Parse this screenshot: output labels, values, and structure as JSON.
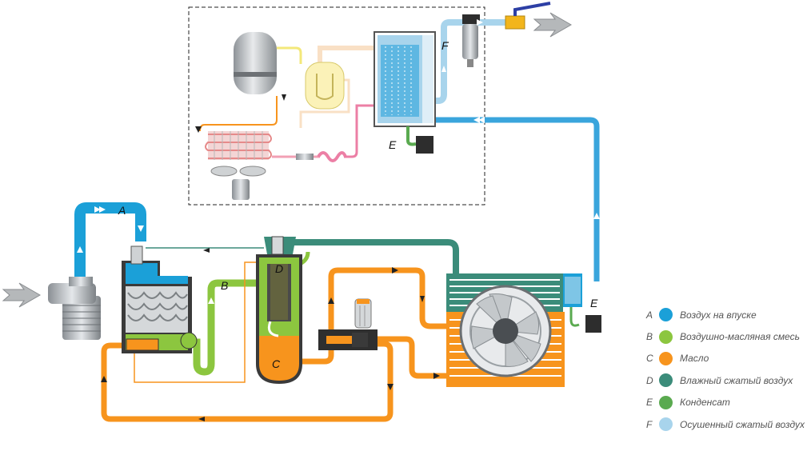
{
  "labels": {
    "A": "A",
    "B": "B",
    "C": "C",
    "D": "D",
    "E1": "E",
    "E2": "E",
    "F": "F"
  },
  "legend": [
    {
      "letter": "A",
      "text": "Воздух на впуске",
      "color": "#1ba0d8"
    },
    {
      "letter": "B",
      "text": "Воздушно-масляная смесь",
      "color": "#8cc63f"
    },
    {
      "letter": "C",
      "text": "Масло",
      "color": "#f7941d"
    },
    {
      "letter": "D",
      "text": "Влажный сжатый воздух",
      "color": "#3b8c7a"
    },
    {
      "letter": "E",
      "text": "Конденсат",
      "color": "#5aaa50"
    },
    {
      "letter": "F",
      "text": "Осушенный сжатый воздух",
      "color": "#a8d4ec"
    }
  ]
}
